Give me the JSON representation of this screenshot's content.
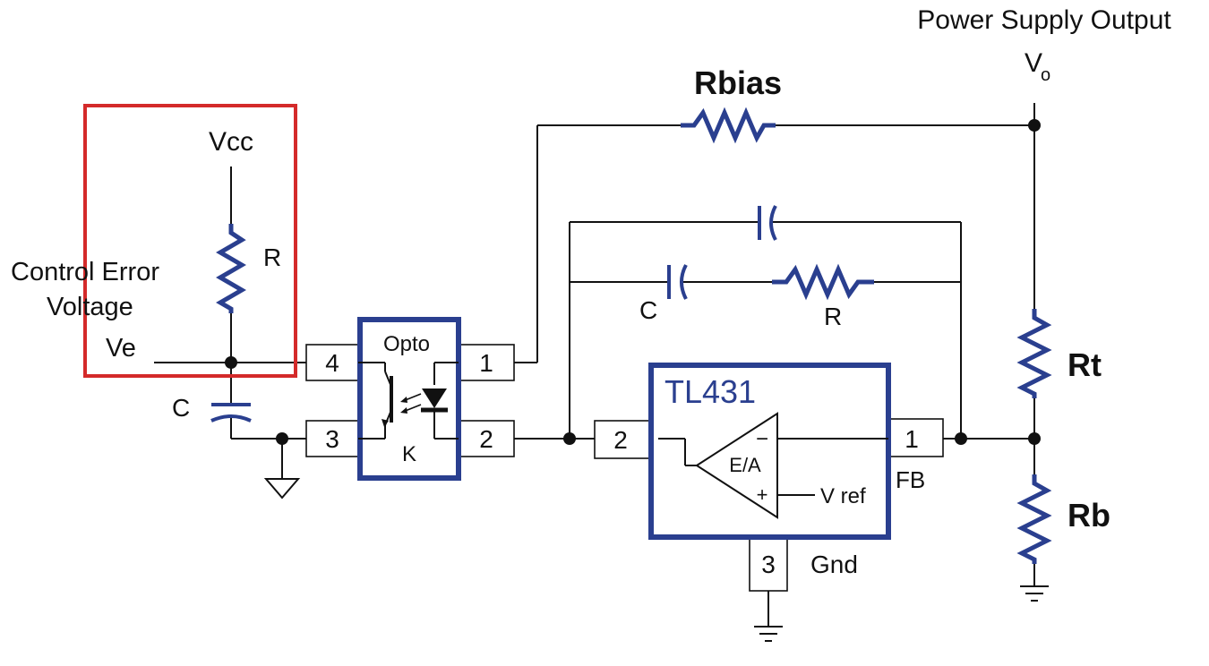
{
  "labels": {
    "power_supply_output": "Power Supply Output",
    "vo_main": "V",
    "vo_sub": "o",
    "rbias": "Rbias",
    "vcc": "Vcc",
    "r_left": "R",
    "control_error_line1": "Control Error",
    "control_error_line2": "Voltage",
    "ve": "Ve",
    "c_left": "C",
    "c_mid": "C",
    "r_mid": "R",
    "rt": "Rt",
    "rb": "Rb",
    "tl431": "TL431",
    "ea": "E/A",
    "minus": "−",
    "plus": "+",
    "vref": "V ref",
    "fb": "FB",
    "gnd": "Gnd",
    "opto": "Opto",
    "k": "K"
  },
  "pins": {
    "opto_4": "4",
    "opto_3": "3",
    "opto_1": "1",
    "opto_2": "2",
    "tl_2": "2",
    "tl_1": "1",
    "tl_3": "3"
  },
  "colors": {
    "component": "#2a3f8f",
    "highlight": "#d42a2a",
    "wire": "#111111"
  }
}
